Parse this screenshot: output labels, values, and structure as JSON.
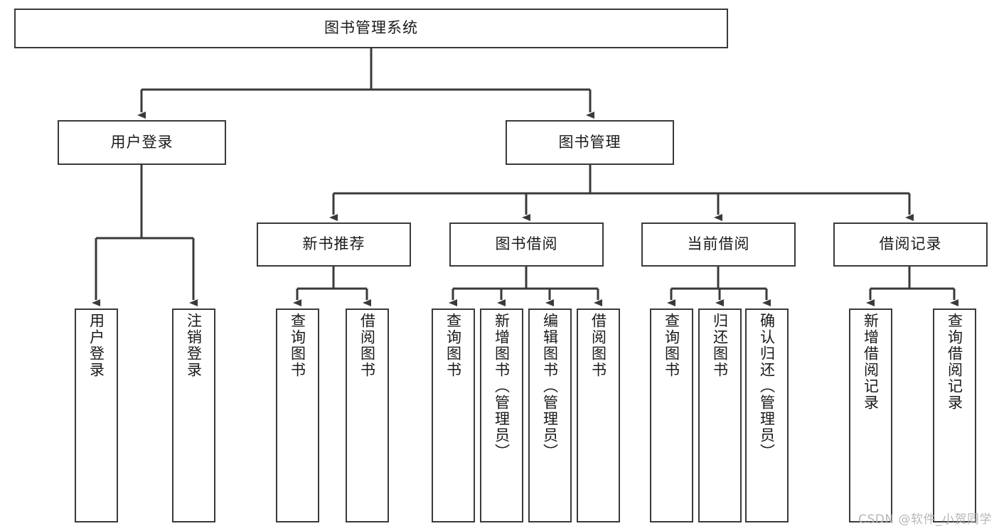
{
  "diagram": {
    "type": "tree-hierarchy",
    "title": "图书管理系统",
    "watermark": "CSDN @软件_小贺同学",
    "colors": {
      "border": "#3a3a3a",
      "background": "#ffffff",
      "text": "#1a1a1a",
      "connector": "#3a3a3a",
      "watermark": "#b7b7b7"
    },
    "nodes": {
      "root": {
        "label": "图书管理系统",
        "orientation": "horizontal"
      },
      "level1": [
        {
          "id": "user-login",
          "label": "用户登录",
          "orientation": "horizontal"
        },
        {
          "id": "book-manage",
          "label": "图书管理",
          "orientation": "horizontal"
        }
      ],
      "level2": [
        {
          "id": "new-book-recommend",
          "label": "新书推荐",
          "orientation": "horizontal",
          "parent": "book-manage"
        },
        {
          "id": "book-borrow",
          "label": "图书借阅",
          "orientation": "horizontal",
          "parent": "book-manage"
        },
        {
          "id": "current-borrow",
          "label": "当前借阅",
          "orientation": "horizontal",
          "parent": "book-manage"
        },
        {
          "id": "borrow-record",
          "label": "借阅记录",
          "orientation": "horizontal",
          "parent": "book-manage"
        }
      ],
      "leaves": {
        "user_login": [
          {
            "id": "leaf-user-login",
            "label": "用户登录"
          },
          {
            "id": "leaf-user-logout",
            "label": "注销登录"
          }
        ],
        "new_book_recommend": [
          {
            "id": "leaf-query-book-1",
            "label": "查询图书"
          },
          {
            "id": "leaf-borrow-book-1",
            "label": "借阅图书"
          }
        ],
        "book_borrow": [
          {
            "id": "leaf-query-book-2",
            "label": "查询图书"
          },
          {
            "id": "leaf-add-book",
            "label": "新增图书（管理员）"
          },
          {
            "id": "leaf-edit-book",
            "label": "编辑图书（管理员）"
          },
          {
            "id": "leaf-borrow-book-2",
            "label": "借阅图书"
          }
        ],
        "current_borrow": [
          {
            "id": "leaf-query-book-3",
            "label": "查询图书"
          },
          {
            "id": "leaf-return-book",
            "label": "归还图书"
          },
          {
            "id": "leaf-confirm-return",
            "label": "确认归还（管理员）"
          }
        ],
        "borrow_record": [
          {
            "id": "leaf-add-record",
            "label": "新增借阅记录"
          },
          {
            "id": "leaf-query-record",
            "label": "查询借阅记录"
          }
        ]
      }
    }
  }
}
